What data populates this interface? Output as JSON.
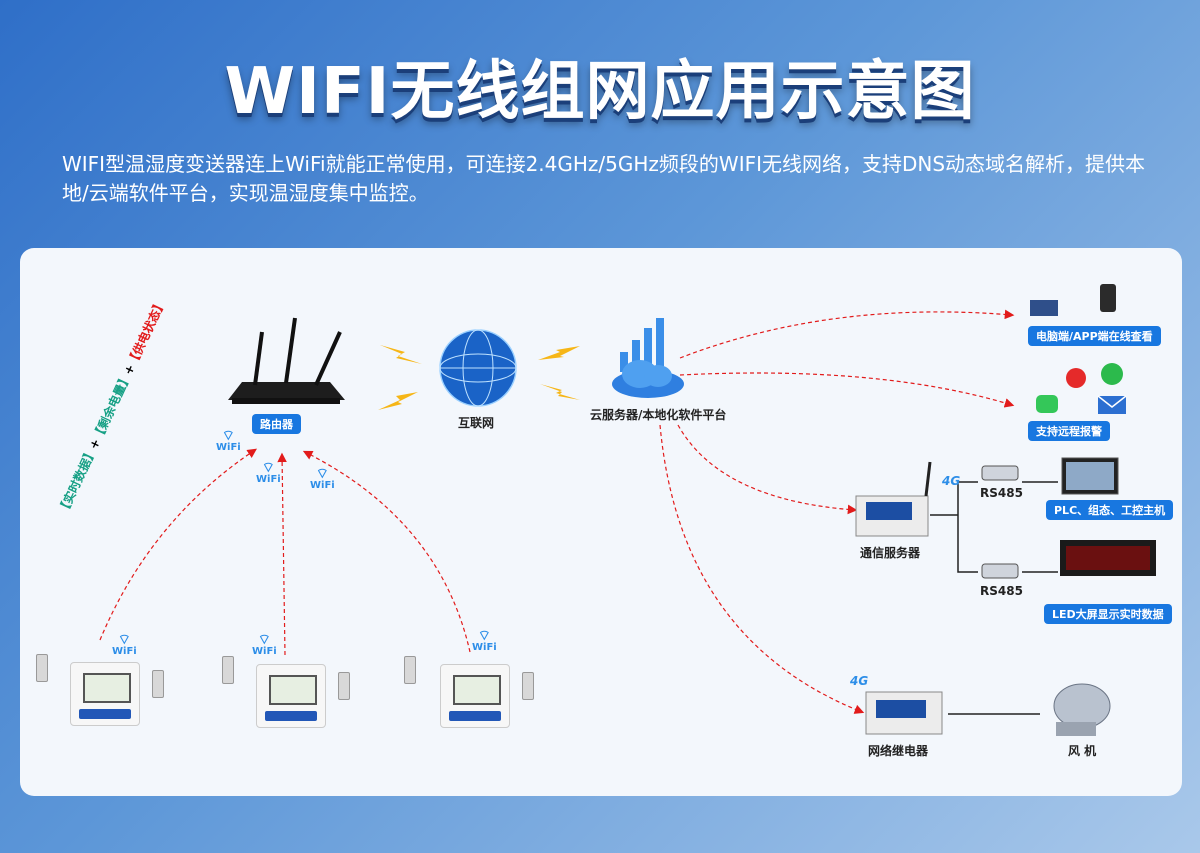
{
  "title": "WIFI无线组网应用示意图",
  "description": "WIFI型温湿度变送器连上WiFi就能正常使用，可连接2.4GHz/5GHz频段的WIFI无线网络，支持DNS动态域名解析，提供本地/云端软件平台，实现温湿度集中监控。",
  "router": {
    "label": "路由器"
  },
  "internet": {
    "label": "互联网"
  },
  "cloud": {
    "label": "云服务器/本地化软件平台"
  },
  "wifi_label": "WiFi",
  "data_annotation": {
    "a": "【实时数据】",
    "plus1": "+",
    "b": "【剩余电量】",
    "plus2": "+",
    "c": "【供电状态】"
  },
  "outputs": {
    "pc_app": "电脑端/APP端在线查看",
    "alarm": "支持远程报警",
    "comm_server": "通信服务器",
    "rs485_top": "RS485",
    "rs485_bottom": "RS485",
    "plc": "PLC、组态、工控主机",
    "led": "LED大屏显示实时数据",
    "relay": "网络继电器",
    "fan": "风 机",
    "tag_4g_a": "4G",
    "tag_4g_b": "4G"
  },
  "colors": {
    "accent": "#1877e0",
    "dashed": "#e21b1b",
    "wifi": "#2d8ee8"
  }
}
